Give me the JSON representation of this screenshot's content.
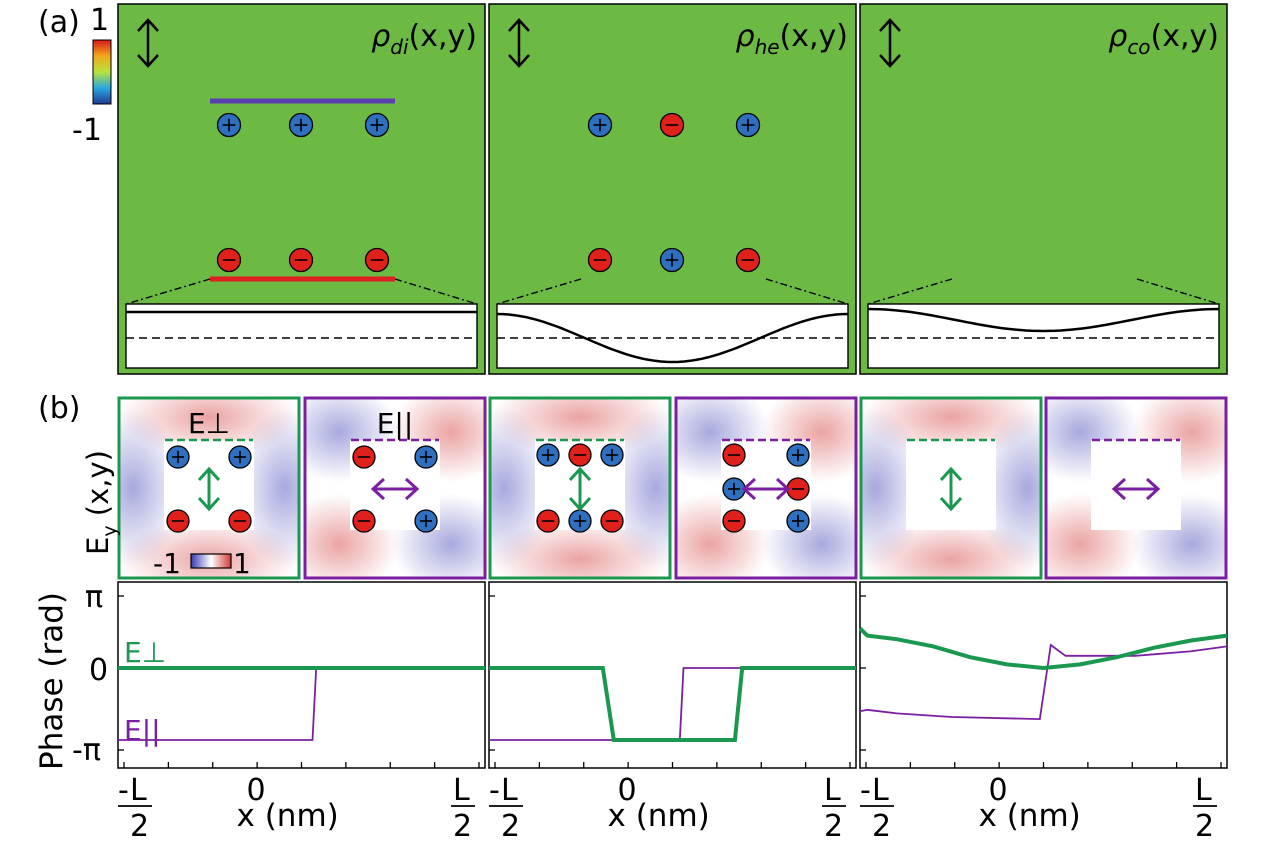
{
  "panel_labels": {
    "a": "(a)",
    "b": "(b)"
  },
  "colorbar_a": {
    "max": "1",
    "min": "-1"
  },
  "colorbar_b": {
    "min": "-1",
    "max": "1"
  },
  "panels_a": [
    {
      "rho": "ρ",
      "sub": "di",
      "args": "(x,y)"
    },
    {
      "rho": "ρ",
      "sub": "he",
      "args": "(x,y)"
    },
    {
      "rho": "ρ",
      "sub": "co",
      "args": "(x,y)"
    }
  ],
  "field_labels": {
    "perp": "E⊥",
    "par": "E||"
  },
  "ey_label": {
    "main": "E",
    "sub": "y",
    "args": " (x,y)"
  },
  "phase_axis": {
    "ylabel": "Phase (rad)",
    "ticks": [
      "π",
      "0",
      "-π"
    ]
  },
  "x_axis": {
    "label": "x (nm)",
    "tick_zero": "0",
    "L": "L",
    "two": "2",
    "neg": "-"
  },
  "colors": {
    "green_bg": "#6cb944",
    "perp": "#1a9850",
    "par": "#7b1fa2",
    "plus": "#2f6fbf",
    "minus": "#e0201b"
  }
}
